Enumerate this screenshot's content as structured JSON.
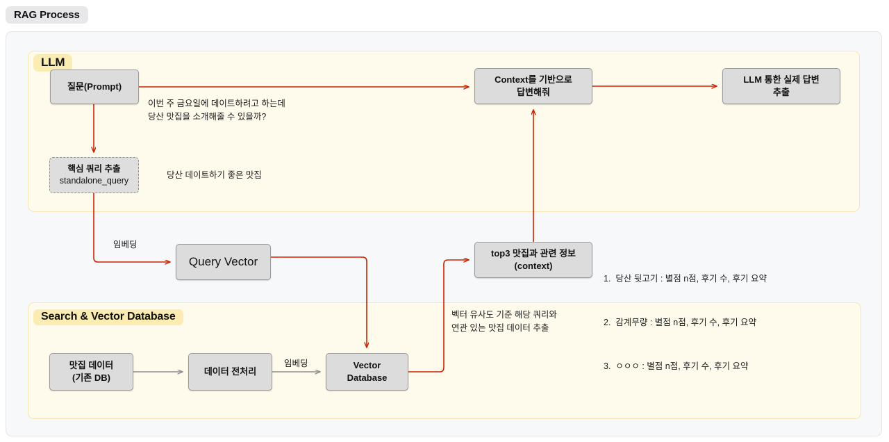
{
  "title": {
    "label": "RAG Process"
  },
  "groups": {
    "llm": {
      "badge": "LLM"
    },
    "search": {
      "badge": "Search & Vector Database"
    }
  },
  "nodes": {
    "prompt": {
      "line1": "질문(Prompt)"
    },
    "standalone": {
      "line1": "핵심 쿼리 추출",
      "line2": "standalone_query"
    },
    "query_vector": {
      "line1": "Query Vector"
    },
    "context": {
      "line1": "Context를 기반으로",
      "line2": "답변해줘"
    },
    "answer": {
      "line1": "LLM 통한 실제 답변",
      "line2": "추출"
    },
    "top3": {
      "line1": "top3 맛집과 관련 정보",
      "line2": "(context)"
    },
    "restaurant_data": {
      "line1": "맛집 데이터",
      "line2": "(기존 DB)"
    },
    "preprocess": {
      "line1": "데이터 전처리"
    },
    "vector_db": {
      "line1": "Vector",
      "line2": "Database"
    }
  },
  "annotations": {
    "question": "이번 주 금요일에 데이트하려고 하는데\n당산 맛집을 소개해줄 수 있을까?",
    "standalone_result": "당산 데이트하기 좋은 맛집",
    "embedding_query": "임베딩",
    "embedding_data": "임베딩",
    "similarity": "벡터 유사도 기준 해당 쿼리와\n연관 있는 맛집 데이터 추출",
    "context_list": [
      "1.  당산 뒷고기 : 별점 n점, 후기 수, 후기 요약",
      "2.  감계무량 : 별점 n점, 후기 수, 후기 요약",
      "3.  ㅇㅇㅇ : 별점 n점, 후기 수, 후기 요약"
    ]
  },
  "colors": {
    "page_background": "#ffffff",
    "panel_background": "#f7f8fa",
    "group_background": "#fefaec",
    "group_border": "#f7e6b8",
    "badge_background": "#fbecb4",
    "node_fill": "#dcdcdc",
    "node_border": "#9a9a9a",
    "arrow_red": "#cc2200",
    "arrow_gray": "#8d8d8d",
    "title_chip": "#e8e8ea"
  }
}
